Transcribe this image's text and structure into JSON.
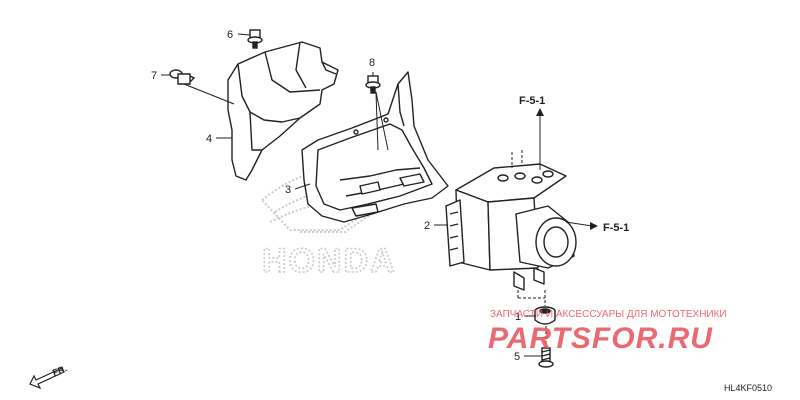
{
  "parts": [
    {
      "number": "1"
    },
    {
      "number": "2"
    },
    {
      "number": "3"
    },
    {
      "number": "4"
    },
    {
      "number": "5"
    },
    {
      "number": "6"
    },
    {
      "number": "7"
    },
    {
      "number": "8"
    }
  ],
  "references": {
    "top": "F-5-1",
    "right": "F-5-1"
  },
  "direction": {
    "label": "FR."
  },
  "diagram_code": "HL4KF0510",
  "watermark": {
    "brand": "HONDA",
    "shop_tagline": "ЗАПЧАСТИ И АКСЕССУАРЫ ДЛЯ МОТОТЕХНИКИ",
    "shop_logo": "PARTSFOR.RU",
    "shop_color": "#e8515a"
  }
}
